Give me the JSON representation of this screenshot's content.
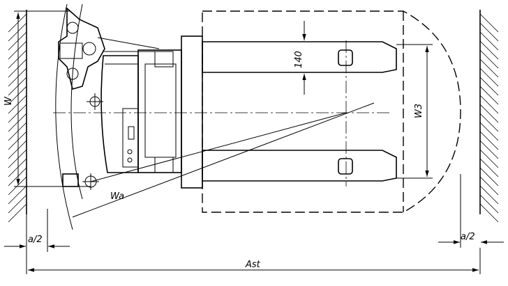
{
  "labels": {
    "w": "W",
    "wa": "Wa",
    "w3": "W3",
    "fork_width": "140",
    "a_half_left": "a/2",
    "a_half_right": "a/2",
    "ast": "Ast"
  }
}
